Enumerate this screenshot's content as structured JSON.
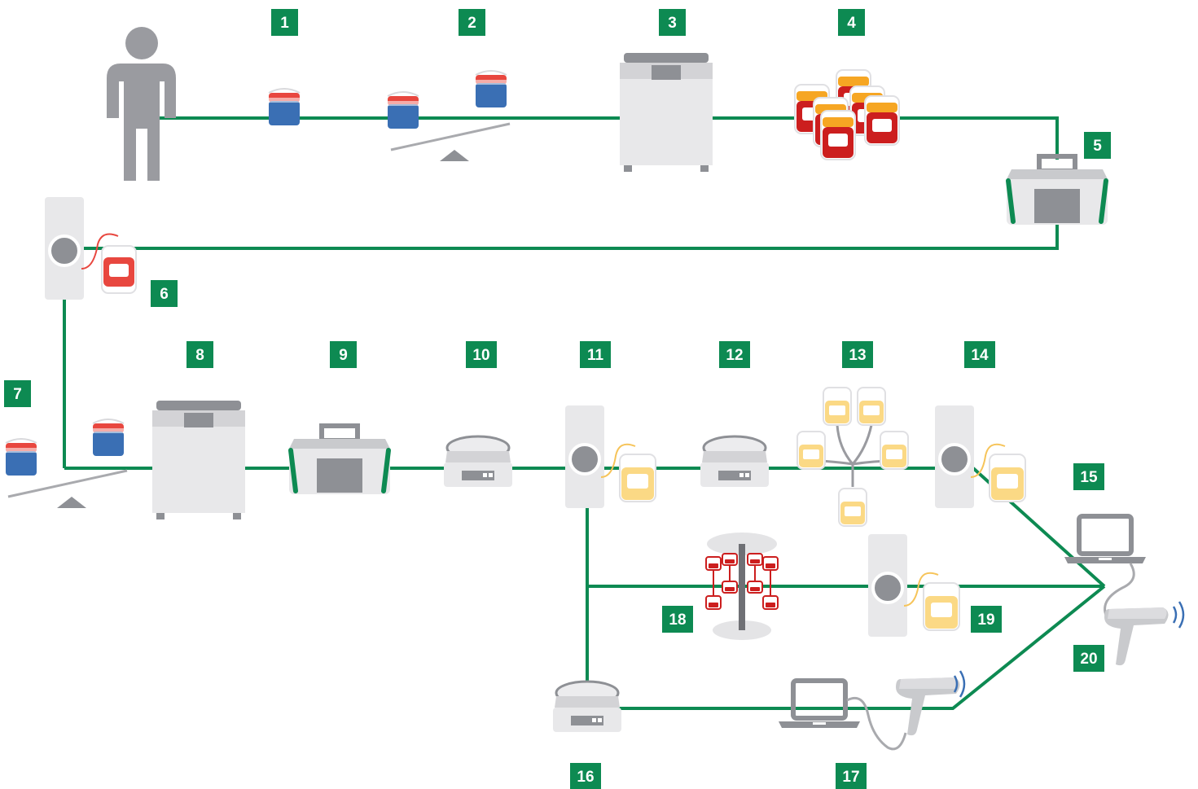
{
  "colors": {
    "line": "#0d8a52",
    "badge": "#0d8a52",
    "badge_text": "#ffffff",
    "device_light": "#e8e8ea",
    "device_mid": "#d3d3d6",
    "device_dark": "#8e9095",
    "person": "#9a9ba0",
    "blood_red": "#cc1e1e",
    "label_red": "#e8473f",
    "sample_blue": "#3a6fb4",
    "plasma_yellow": "#f6c45a",
    "plasma_light": "#fbe3a6",
    "wireless_blue": "#3a6fb4"
  },
  "steps": [
    {
      "id": "1",
      "label": "1"
    },
    {
      "id": "2",
      "label": "2"
    },
    {
      "id": "3",
      "label": "3"
    },
    {
      "id": "4",
      "label": "4"
    },
    {
      "id": "5",
      "label": "5"
    },
    {
      "id": "6",
      "label": "6"
    },
    {
      "id": "7",
      "label": "7"
    },
    {
      "id": "8",
      "label": "8"
    },
    {
      "id": "9",
      "label": "9"
    },
    {
      "id": "10",
      "label": "10"
    },
    {
      "id": "11",
      "label": "11"
    },
    {
      "id": "12",
      "label": "12"
    },
    {
      "id": "13",
      "label": "13"
    },
    {
      "id": "14",
      "label": "14"
    },
    {
      "id": "15",
      "label": "15"
    },
    {
      "id": "16",
      "label": "16"
    },
    {
      "id": "17",
      "label": "17"
    },
    {
      "id": "18",
      "label": "18"
    },
    {
      "id": "19",
      "label": "19"
    },
    {
      "id": "20",
      "label": "20"
    }
  ],
  "icons": [
    "donor-person-icon",
    "sample-tube-icon",
    "balance-scale-icon",
    "centrifuge-icon",
    "blood-bag-stack-icon",
    "weighing-press-icon",
    "bag-separator-icon",
    "plasma-bag-icon",
    "scale-icon",
    "bag-splitter-icon",
    "bag-rack-icon",
    "laptop-icon",
    "barcode-scanner-icon",
    "wireless-signal-icon"
  ]
}
